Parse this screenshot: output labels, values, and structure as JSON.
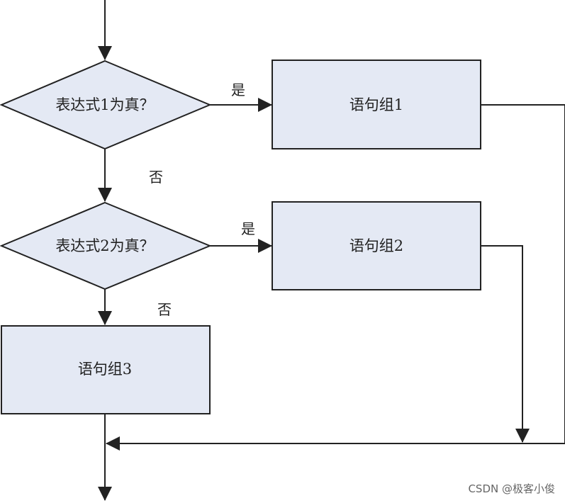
{
  "colors": {
    "shape_fill": "#e4e9f4",
    "stroke": "#222222"
  },
  "nodes": {
    "cond1": "表达式1为真？",
    "cond2": "表达式2为真？",
    "block1": "语句组1",
    "block2": "语句组2",
    "block3": "语句组3"
  },
  "edges": {
    "yes1": "是",
    "no1": "否",
    "yes2": "是",
    "no2": "否"
  },
  "watermark": "CSDN @极客小俊"
}
